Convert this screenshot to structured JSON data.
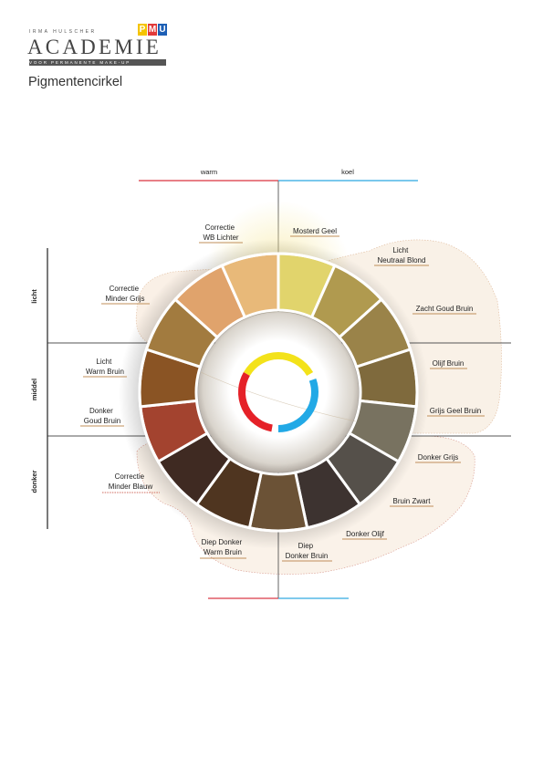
{
  "logo": {
    "top_text": "IRMA HULSCHER",
    "pmu": [
      "P",
      "M",
      "U"
    ],
    "pmu_colors": [
      "#f5c400",
      "#e23a3a",
      "#1d5fb5"
    ],
    "main_text": "ACADEMIE",
    "sub_text": "VOOR PERMANENTE MAKE-UP"
  },
  "page_title": "Pigmentencirkel",
  "axes": {
    "warm": "warm",
    "koel": "koel",
    "licht": "licht",
    "middel": "middel",
    "donker": "donker",
    "warm_color": "#d9333f",
    "koel_color": "#2aa8e0"
  },
  "segments": [
    {
      "name": "Mosterd Geel",
      "color": "#e1d46c"
    },
    {
      "name": "Licht Neutraal Blond",
      "color": "#b09a4f"
    },
    {
      "name": "Zacht Goud Bruin",
      "color": "#9a8349"
    },
    {
      "name": "Olijf Bruin",
      "color": "#7f6a3d"
    },
    {
      "name": "Grijs Geel Bruin",
      "color": "#787260"
    },
    {
      "name": "Donker Grijs",
      "color": "#55504a"
    },
    {
      "name": "Bruin Zwart",
      "color": "#3d3330"
    },
    {
      "name": "Donker Olijf",
      "color": "#6b5236"
    },
    {
      "name": "Diep Donker Bruin",
      "color": "#4f3520"
    },
    {
      "name": "Diep Donker Warm Bruin",
      "color": "#3f2a22"
    },
    {
      "name": "Correctie Minder Blauw",
      "color": "#a3432f"
    },
    {
      "name": "Donker Goud Bruin",
      "color": "#8a5424"
    },
    {
      "name": "Licht Warm Bruin",
      "color": "#a27b3f"
    },
    {
      "name": "Correctie Minder Grijs",
      "color": "#e0a36c"
    },
    {
      "name": "Correctie WB Lichter",
      "color": "#e8b979"
    }
  ],
  "labels": {
    "mosterd_geel": [
      "Mosterd Geel"
    ],
    "licht_neutraal_blond": [
      "Licht",
      "Neutraal Blond"
    ],
    "zacht_goud_bruin": [
      "Zacht Goud Bruin"
    ],
    "olijf_bruin": [
      "Olijf Bruin"
    ],
    "grijs_geel_bruin": [
      "Grijs Geel Bruin"
    ],
    "donker_grijs": [
      "Donker Grijs"
    ],
    "bruin_zwart": [
      "Bruin Zwart"
    ],
    "donker_olijf": [
      "Donker Olijf"
    ],
    "diep_donker_bruin": [
      "Diep",
      "Donker Bruin"
    ],
    "diep_donker_warm_bruin": [
      "Diep Donker",
      "Warm Bruin"
    ],
    "correctie_minder_blauw": [
      "Correctie",
      "Minder Blauw"
    ],
    "donker_goud_bruin": [
      "Donker",
      "Goud Bruin"
    ],
    "licht_warm_bruin": [
      "Licht",
      "Warm Bruin"
    ],
    "correctie_minder_grijs": [
      "Correctie",
      "Minder Grijs"
    ],
    "correctie_wb_lichter": [
      "Correctie",
      "WB Lichter"
    ]
  },
  "inner_ring_colors": [
    "#f3e21a",
    "#22a9e6",
    "#e52128"
  ]
}
